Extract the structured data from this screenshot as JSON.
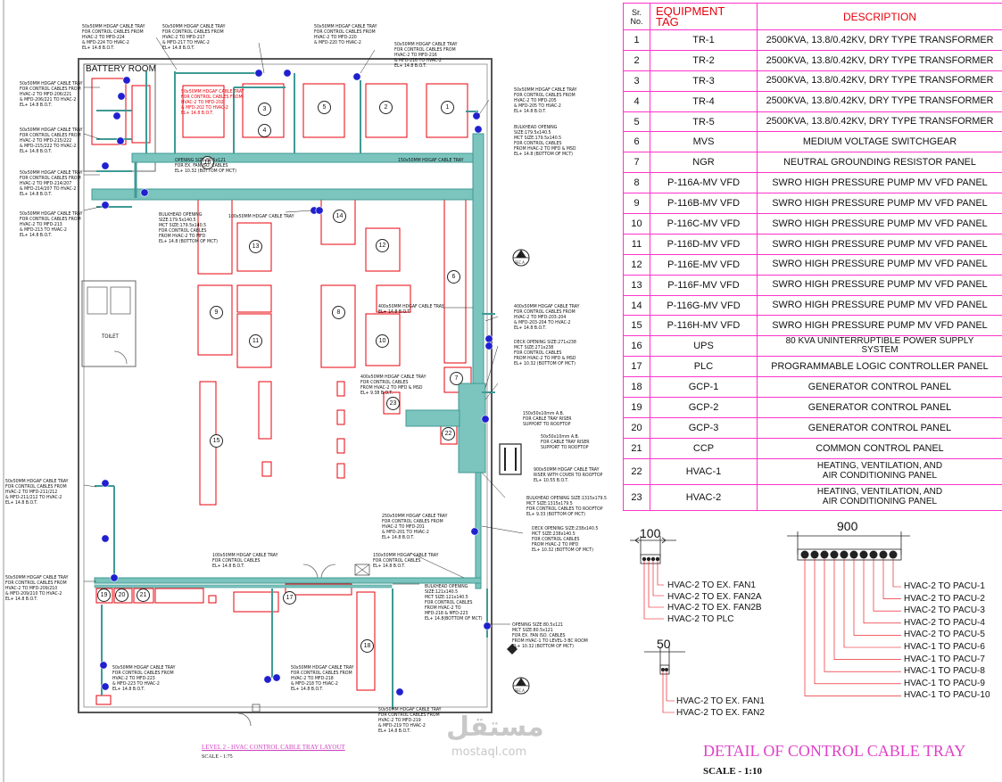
{
  "plan": {
    "room_labels": {
      "battery_room": "BATTERY ROOM",
      "toilet": "TOILET"
    },
    "equipment_numbers": [
      "1",
      "2",
      "3",
      "4",
      "5",
      "6",
      "7",
      "8",
      "9",
      "10",
      "11",
      "12",
      "13",
      "14",
      "15",
      "16",
      "17",
      "18",
      "19",
      "20",
      "21",
      "22",
      "23"
    ],
    "tray_labels": [
      "50x50MM HDGAF CABLE TRAY\nFOR CONTROL CABLES FROM\nHVAC-2 TO MFD-224\n& MFD-224 TO HVAC-2\nEL+ 14.8 B.O.T.",
      "50x50MM HDGAF CABLE TRAY\nFOR CONTROL CABLES FROM\nHVAC-2 TO MFD-217\n& MFD-217 TO HVAC-2\nEL+ 14.8 B.O.T.",
      "50x50MM HDGAF CABLE TRAY\nFOR CONTROL CABLES FROM\nHVAC-2 TO MFD-220\n& MFD-220 TO HVAC-2",
      "50x50MM HDGAF CABLE TRAY\nFOR CONTROL CABLES FROM\nHVAC-2 TO MFD-216\n& MFD-216 TO HVAC-2\nEL+ 14.8 B.O.T.",
      "50x50MM HDGAF CABLE TRAY\nFOR CONTROL CABLES FROM\nHVAC-2 TO MFD-205\n& MFD-205 TO HVAC-2\nEL+ 14.8 B.O.T.",
      "50x50MM HDGAF CABLE TRAY\nFOR CONTROL CABLES FROM\nHVAC-2 TO MFD-206/221\n& MFD-206/221 TO HVAC-2\nEL+ 14.8 B.O.T.",
      "50x50MM HDGAF CABLE TRAY\nFOR CONTROL CABLES FROM\nHVAC-2 TO MFD-215/222\n& MFD-215/222 TO HVAC-2\nEL+ 14.8 B.O.T.",
      "50x50MM HDGAF CABLE TRAY\nFOR CONTROL CABLES FROM\nHVAC-2 TO MFD-214/207\n& MFD-214/207 TO HVAC-2\nEL+ 14.8 B.O.T.",
      "50x50MM HDGAF CABLE TRAY\nFOR CONTROL CABLES FROM\nHVAC-2 TO MFD-213\n& MFD-213 TO HVAC-2\nEL+ 14.8 B.O.T.",
      "50x50MM HDGAF CABLE TRAY\nFOR CONTROL CABLES FROM\nHVAC-2 TO MFD-211/212\n& MFD-211/212 TO HVAC-2\nEL+ 14.8 B.O.T.",
      "50x50MM HDGAF CABLE TRAY\nFOR CONTROL CABLES FROM\nHVAC-2 TO MFD-209/210\n& MFD-209/210 TO HVAC-2\nEL+ 14.8 B.O.T.",
      "50x50MM HDGAF CABLE TRAY\nFOR CONTROL CABLES FROM\nHVAC-2 TO MFD-223\n& MFD-223 TO HVAC-2\nEL+ 14.8 B.O.T.",
      "50x50MM HDGAF CABLE TRAY\nFOR CONTROL CABLES FROM\nHVAC-2 TO MFD-218\n& MFD-218 TO HVAC-2\nEL+ 14.8 B.O.T.",
      "50x50MM HDGAF CABLE TRAY\nFOR CONTROL CABLES FROM\nHVAC-2 TO MFD-219\n& MFD-219 TO HVAC-2\nEL+ 14.8 B.O.T.",
      "50x50MM HDGAF CABLE TRAY\nFOR CONTROL CABLES FROM\nHVAC-2 TO MFD-202\n& MFD-202 TO HVAC-2\nEL+ 14.8 B.O.T.",
      "400x50MM HDGAF CABLE TRAY\nEL+ 14.8 B.O.T.",
      "400x50MM HDGAF CABLE TRAY\nFOR CONTROL CABLES FROM\nHVAC-2 TO MFD-203-204\n& MFD-203-204 TO HVAC-2\nEL+ 14.8 B.O.T.",
      "400x50MM HDGAF CABLE TRAY\nFOR CONTROL CABLES\nFROM HVAC-2 TO MFD & MSD\nEL+ 9.38 B.O.T.",
      "250x50MM HDGAF CABLE TRAY\nFOR CONTROL CABLES FROM\nHVAC-2 TO MFD-201\n& MFD-201 TO HVAC-2\nEL+ 14.8 B.O.T.",
      "100x50MM HDGAF CABLE TRAY\nFOR CONTROL CABLES\nEL+ 14.8 B.O.T.",
      "150x50MM HDGAF CABLE TRAY\nFOR CONTROL CABLES\nEL+ 14.8 B.O.T.",
      "100x50MM HDGAF CABLE TRAY",
      "150x50MM HDGAF CABLE TRAY",
      "900x50MM HDGAF CABLE TRAY\nRISER WITH COVER TO ROOFTOP\nEL+ 10.55 B.O.T.",
      "150x50x10mm A.B.\nFOR CABLE TRAY RISER\nSUPPORT TO ROOFTOP",
      "50x50x10mm A.B.\nFOR CABLE TRAY RISER\nSUPPORT TO ROOFTOP"
    ],
    "opening_labels": [
      "BULKHEAD OPENING\nSIZE:179.5x140.5\nMCT SIZE:179.5x140.5\nFOR CONTROL CABLES\nFROM HVAC-2 TO MFD & MSD\nEL+ 14.8 (BOTTOM OF MCT)",
      "OPENING SIZE:80.5x121\nFOR EX. FAN ISO. CABLES\nEL+ 10.32 (BOTTOM OF MCT)",
      "BULKHEAD OPENING\nSIZE:179.5x140.5\nMCT SIZE:179.5x140.5\nFOR CONTROL CABLES\nFROM HVAC-2 TO MFD\nEL+ 14.8 (BOTTOM OF MCT)",
      "DECK OPENING SIZE:271x238\nMCT SIZE:271x238\nFOR CONTROL CABLES\nFROM HVAC-2 TO MFD & MSD\nEL+ 10.32 (BOTTOM OF MCT)",
      "BULKHEAD OPENING SIZE:1315x179.5\nMCT SIZE:1315x179.5\nFOR CONTROL CABLES TO ROOFTOP\nEL+ 9.33 (BOTTOM OF MCT)",
      "DECK OPENING SIZE:238x140.5\nMCT SIZE:238x140.5\nFOR CONTROL CABLES\nFROM HVAC-2 TO MFD\nEL+ 10.32 (BOTTOM OF MCT)",
      "BULKHEAD OPENING\nSIZE:121x140.5\nMCT SIZE:121x140.5\nFOR CONTROL CABLES\nFROM HVAC-2 TO\nMFD-218 & MFD-223\nEL+ 14.8(BOTTOM OF MCT)",
      "OPENING SIZE:80.5x121\nMCT SIZE:80.5x121\nFOR EX. FAN ISO. CABLES\nFROM HVAC-1 TO LEVEL-3 BC ROOM\nEL+ 10.32 (BOTTOM OF MCT)"
    ],
    "section_markers": [
      "B",
      "A"
    ],
    "section_marker_sub": "SEC.A",
    "drawing_title": "LEVEL 2 - HVAC CONTROL CABLE TRAY LAYOUT",
    "drawing_scale": "SCALE - 1:75"
  },
  "equipment_table": {
    "headers": {
      "sr": "Sr.\nNo.",
      "tag": "EQUIPMENT\nTAG",
      "description": "DESCRIPTION"
    },
    "rows": [
      {
        "sr": "1",
        "tag": "TR-1",
        "description": "2500KVA, 13.8/0.42KV, DRY TYPE TRANSFORMER"
      },
      {
        "sr": "2",
        "tag": "TR-2",
        "description": "2500KVA, 13.8/0.42KV, DRY TYPE TRANSFORMER"
      },
      {
        "sr": "3",
        "tag": "TR-3",
        "description": "2500KVA, 13.8/0.42KV, DRY TYPE TRANSFORMER"
      },
      {
        "sr": "4",
        "tag": "TR-4",
        "description": "2500KVA, 13.8/0.42KV, DRY TYPE TRANSFORMER"
      },
      {
        "sr": "5",
        "tag": "TR-5",
        "description": "2500KVA, 13.8/0.42KV, DRY TYPE TRANSFORMER"
      },
      {
        "sr": "6",
        "tag": "MVS",
        "description": "MEDIUM VOLTAGE SWITCHGEAR"
      },
      {
        "sr": "7",
        "tag": "NGR",
        "description": "NEUTRAL GROUNDING RESISTOR PANEL"
      },
      {
        "sr": "8",
        "tag": "P-116A-MV VFD",
        "description": "SWRO HIGH PRESSURE PUMP MV VFD PANEL"
      },
      {
        "sr": "9",
        "tag": "P-116B-MV VFD",
        "description": "SWRO HIGH PRESSURE PUMP MV VFD PANEL"
      },
      {
        "sr": "10",
        "tag": "P-116C-MV VFD",
        "description": "SWRO HIGH PRESSURE PUMP MV VFD PANEL"
      },
      {
        "sr": "11",
        "tag": "P-116D-MV VFD",
        "description": "SWRO HIGH PRESSURE PUMP MV VFD PANEL"
      },
      {
        "sr": "12",
        "tag": "P-116E-MV VFD",
        "description": "SWRO HIGH PRESSURE PUMP MV VFD PANEL"
      },
      {
        "sr": "13",
        "tag": "P-116F-MV VFD",
        "description": "SWRO HIGH PRESSURE PUMP MV VFD PANEL"
      },
      {
        "sr": "14",
        "tag": "P-116G-MV VFD",
        "description": "SWRO HIGH PRESSURE PUMP MV VFD PANEL"
      },
      {
        "sr": "15",
        "tag": "P-116H-MV VFD",
        "description": "SWRO HIGH PRESSURE PUMP MV VFD PANEL"
      },
      {
        "sr": "16",
        "tag": "UPS",
        "description": "80 KVA UNINTERRUPTIBLE POWER SUPPLY\nSYSTEM"
      },
      {
        "sr": "17",
        "tag": "PLC",
        "description": "PROGRAMMABLE LOGIC CONTROLLER PANEL"
      },
      {
        "sr": "18",
        "tag": "GCP-1",
        "description": "GENERATOR CONTROL PANEL"
      },
      {
        "sr": "19",
        "tag": "GCP-2",
        "description": "GENERATOR CONTROL PANEL"
      },
      {
        "sr": "20",
        "tag": "GCP-3",
        "description": "GENERATOR CONTROL PANEL"
      },
      {
        "sr": "21",
        "tag": "CCP",
        "description": "COMMON CONTROL PANEL"
      },
      {
        "sr": "22",
        "tag": "HVAC-1",
        "description": "HEATING, VENTILATION, AND\nAIR CONDITIONING PANEL"
      },
      {
        "sr": "23",
        "tag": "HVAC-2",
        "description": "HEATING, VENTILATION, AND\nAIR CONDITIONING PANEL"
      }
    ]
  },
  "detail": {
    "dim_100": "100",
    "dim_50": "50",
    "dim_900": "900",
    "tray_100_cables": [
      "HVAC-2 TO EX. FAN1",
      "HVAC-2 TO EX. FAN2A",
      "HVAC-2 TO EX. FAN2B",
      "HVAC-2 TO PLC"
    ],
    "tray_50_cables": [
      "HVAC-2 TO EX. FAN1",
      "HVAC-2 TO EX. FAN2"
    ],
    "tray_900_cables": [
      "HVAC-2 TO PACU-1",
      "HVAC-2 TO PACU-2",
      "HVAC-2 TO PACU-3",
      "HVAC-2 TO PACU-4",
      "HVAC-2 TO PACU-5",
      "HVAC-1 TO PACU-6",
      "HVAC-1 TO PACU-7",
      "HVAC-1 TO PACU-8",
      "HVAC-1 TO PACU-9",
      "HVAC-1 TO PACU-10"
    ],
    "title": "DETAIL OF CONTROL CABLE TRAY",
    "scale": "SCALE - 1:10"
  },
  "watermark": {
    "arabic": "مستقل",
    "latin": "mostaql.com"
  },
  "colors": {
    "tray": "#3f9a94",
    "equipment": "#e8000b",
    "table_border": "#ff33cc",
    "header_red": "#e8000b",
    "title_pink": "#e040c8",
    "tag_blue": "#2020d0"
  }
}
